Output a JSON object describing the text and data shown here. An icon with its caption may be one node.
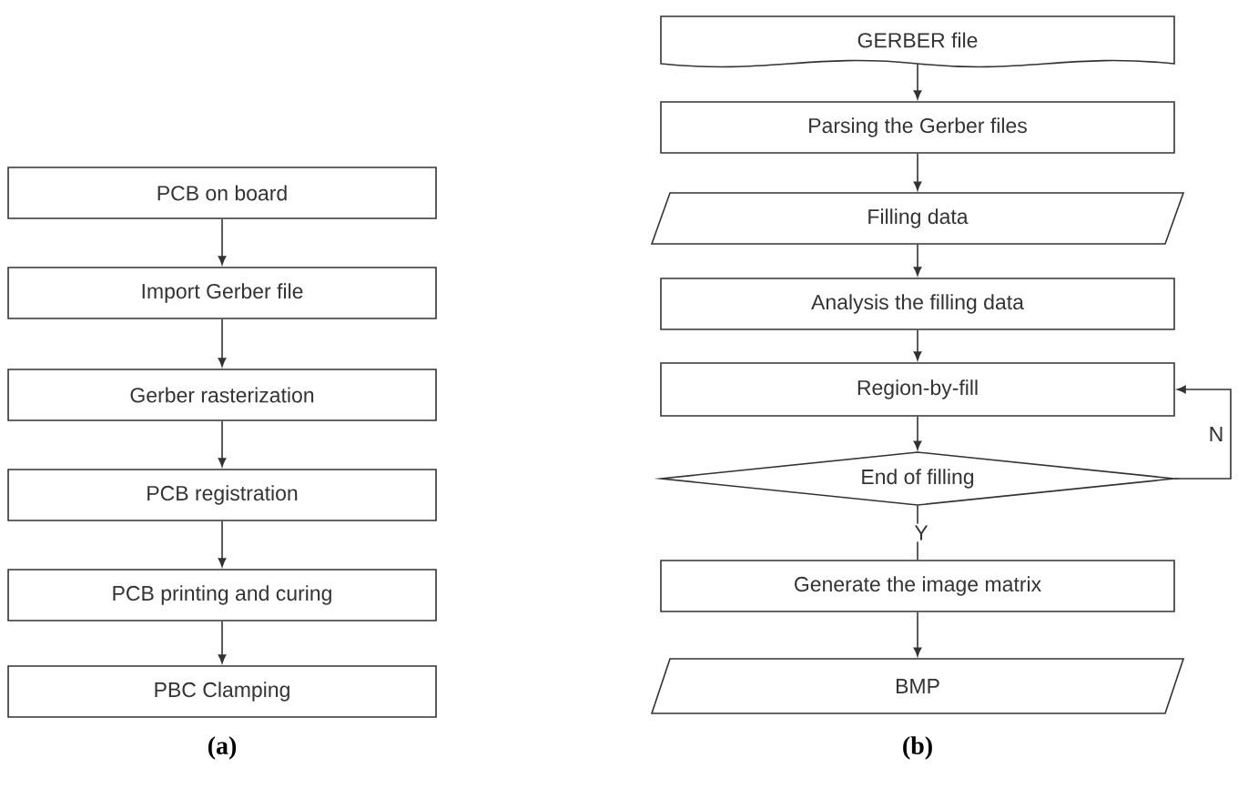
{
  "diagram": {
    "nodes": [
      {
        "text": [
          "PCB on board"
        ]
      },
      {
        "text": [
          "Import Gerber file"
        ]
      },
      {
        "text": [
          "Gerber rasterization"
        ]
      },
      {
        "text": [
          "PCB registration"
        ]
      },
      {
        "text": [
          "PCB printing and curing"
        ]
      },
      {
        "text": [
          "PBC Clamping"
        ]
      },
      {
        "text": [
          "GERBER file"
        ]
      },
      {
        "text": [
          "Parsing the Gerber files"
        ]
      },
      {
        "text": [
          "Filling data"
        ]
      },
      {
        "text": [
          "Analysis the filling data"
        ]
      },
      {
        "text": [
          "Region-by-fill"
        ]
      },
      {
        "text": [
          "End of filling"
        ]
      },
      {
        "text": [
          "Generate the image matrix"
        ]
      },
      {
        "text": [
          "BMP"
        ]
      }
    ],
    "edges": [
      {
        "from": 0,
        "to": 1,
        "arrow": "to"
      },
      {
        "from": 1,
        "to": 2,
        "arrow": "to"
      },
      {
        "from": 2,
        "to": 3,
        "arrow": "to"
      },
      {
        "from": 3,
        "to": 4,
        "arrow": "to"
      },
      {
        "from": 4,
        "to": 5,
        "arrow": "to"
      },
      {
        "from": 6,
        "to": 7,
        "arrow": "to"
      },
      {
        "from": 7,
        "to": 8,
        "arrow": "to"
      },
      {
        "from": 8,
        "to": 9,
        "arrow": "to"
      },
      {
        "from": 9,
        "to": 10,
        "arrow": "to"
      },
      {
        "from": 10,
        "to": 11,
        "arrow": "to"
      },
      {
        "from": 11,
        "to": 12,
        "arrow": "none",
        "label": "Y"
      },
      {
        "from": 12,
        "to": 13,
        "arrow": "to"
      },
      {
        "from": 11,
        "to": 10,
        "arrow": "to",
        "label": "N"
      }
    ],
    "labels": [
      "(a)",
      "(b)"
    ]
  }
}
